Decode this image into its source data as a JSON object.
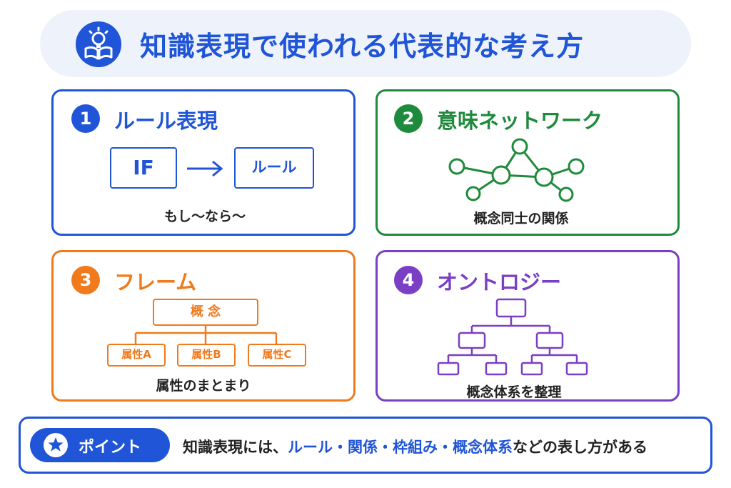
{
  "header": {
    "title": "知識表現で使われる代表的な考え方"
  },
  "cards": [
    {
      "number": "1",
      "title": "ルール表現",
      "caption": "もし〜なら〜",
      "color": "#1f55d6",
      "diagram": {
        "if_label": "IF",
        "rule_label": "ルール"
      }
    },
    {
      "number": "2",
      "title": "意味ネットワーク",
      "caption": "概念同士の関係",
      "color": "#1e8a3c"
    },
    {
      "number": "3",
      "title": "フレーム",
      "caption": "属性のまとまり",
      "color": "#f07a1c",
      "diagram": {
        "concept_label": "概 念",
        "attributes": [
          "属性A",
          "属性B",
          "属性C"
        ]
      }
    },
    {
      "number": "4",
      "title": "オントロジー",
      "caption": "概念体系を整理",
      "color": "#7a3fc4"
    }
  ],
  "point": {
    "label": "ポイント",
    "text_prefix": "知識表現には、",
    "highlight": "ルール・関係・枠組み・概念体系",
    "text_suffix": "などの表し方がある",
    "color": "#1f55d6"
  }
}
